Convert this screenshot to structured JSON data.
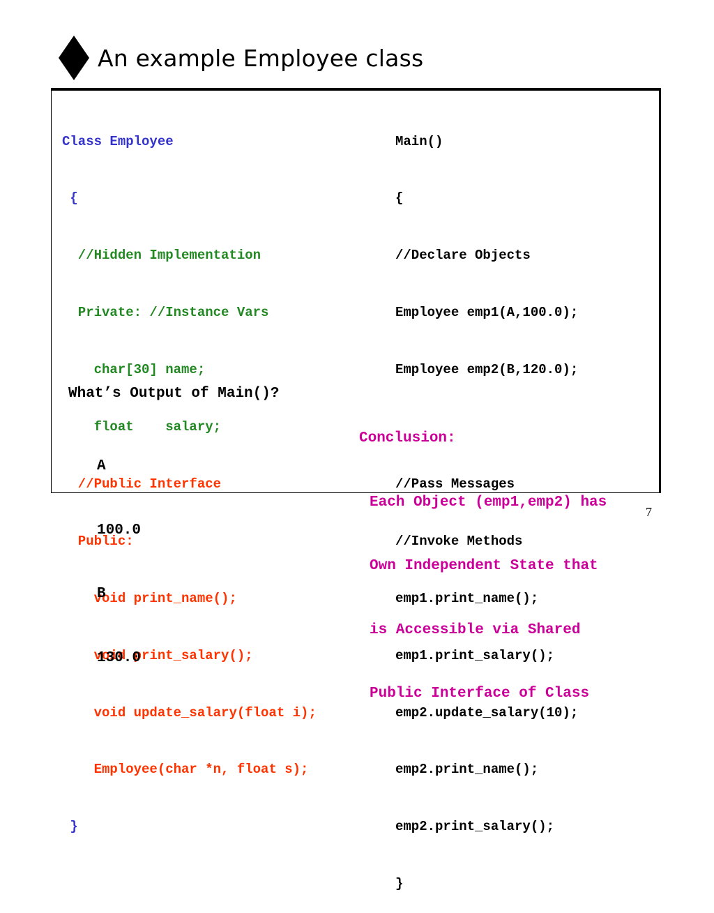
{
  "slide": {
    "title": "An example Employee class",
    "page_number": "7",
    "colors": {
      "keyword_blue": "#3333cc",
      "comment_green": "#228822",
      "public_red": "#ff3300",
      "conclusion_magenta": "#cc0099"
    }
  },
  "class_code": {
    "lines": [
      "Class Employee",
      " {",
      "  //Hidden Implementation",
      "  Private: //Instance Vars",
      "    char[30] name;",
      "    float    salary;",
      "  //Public Interface",
      "  Public:",
      "    void print_name();",
      "    void print_salary();",
      "    void update_salary(float i);",
      "    Employee(char *n, float s);",
      " }"
    ]
  },
  "main_code": {
    "lines": [
      "Main()",
      "{",
      "//Declare Objects",
      "Employee emp1(A,100.0);",
      "Employee emp2(B,120.0);",
      "",
      "//Pass Messages",
      "//Invoke Methods",
      "emp1.print_name();",
      "emp1.print_salary();",
      "emp2.update_salary(10);",
      "emp2.print_name();",
      "emp2.print_salary();",
      "}"
    ]
  },
  "question": "What’s Output of Main()?",
  "answers": [
    "A",
    "100.0",
    "B",
    "130.0"
  ],
  "conclusion": {
    "heading": "Conclusion:",
    "lines": [
      "Each Object (emp1,emp2) has",
      "Own Independent State that",
      "is Accessible via Shared",
      "Public Interface of Class"
    ]
  }
}
